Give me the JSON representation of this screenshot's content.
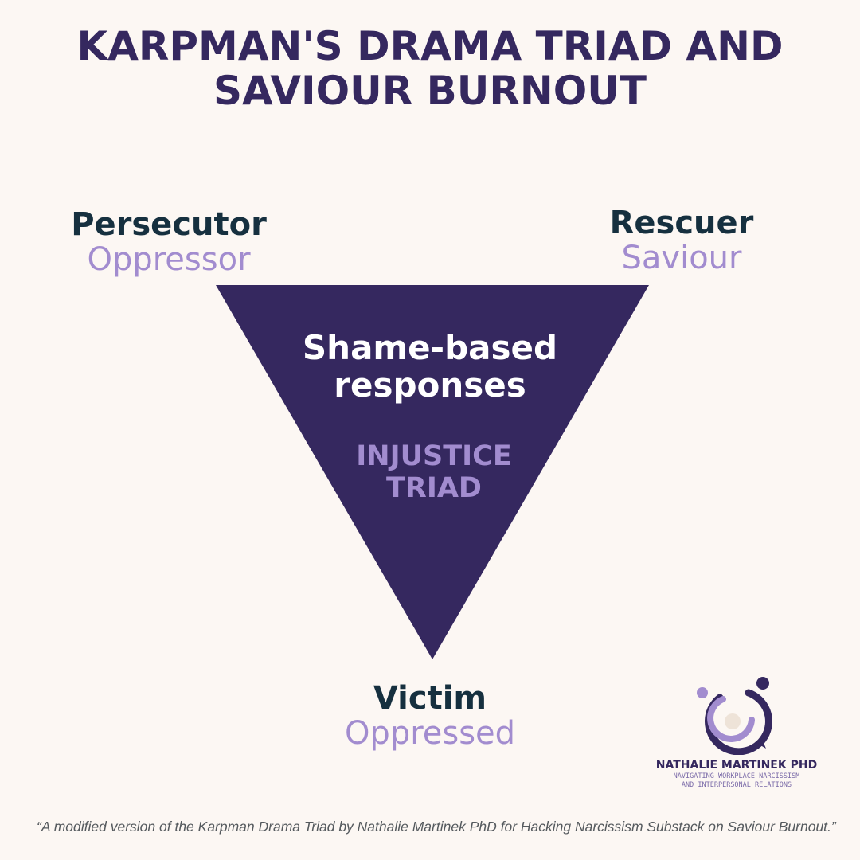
{
  "title": {
    "line1": "KARPMAN'S DRAMA TRIAD AND",
    "line2": "SAVIOUR BURNOUT"
  },
  "roles": {
    "persecutor": {
      "name": "Persecutor",
      "alt": "Oppressor"
    },
    "rescuer": {
      "name": "Rescuer",
      "alt": "Saviour"
    },
    "victim": {
      "name": "Victim",
      "alt": "Oppressed"
    }
  },
  "triangle": {
    "center_line1": "Shame-based",
    "center_line2": "responses",
    "label_line1": "INJUSTICE",
    "label_line2": "TRIAD"
  },
  "logo": {
    "name": "NATHALIE MARTINEK PHD",
    "tagline1": "NAVIGATING WORKPLACE NARCISSISM",
    "tagline2": "AND INTERPERSONAL RELATIONS"
  },
  "caption": "“A modified version of the Karpman Drama Triad by Nathalie Martinek PhD for Hacking Narcissism Substack on Saviour Burnout.”",
  "colors": {
    "background": "#fcf7f3",
    "triangle": "#35285f",
    "heading": "#35285f",
    "role_name": "#16303f",
    "role_alt": "#a28ccf"
  }
}
